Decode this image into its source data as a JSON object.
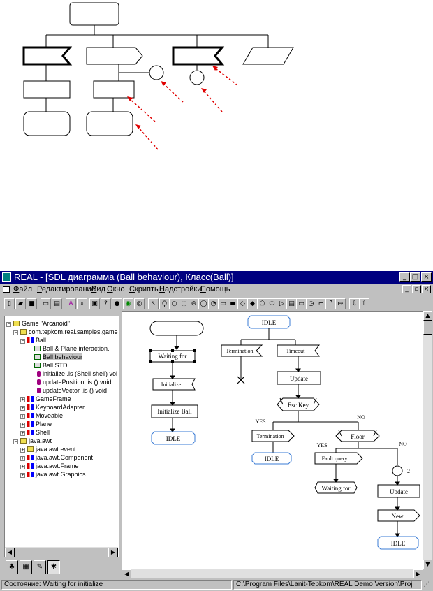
{
  "window": {
    "title": "REAL - [SDL диаграмма (Ball behaviour), Класс(Ball)]",
    "controls": [
      "_",
      "□",
      "×"
    ],
    "child_controls": [
      "_",
      "▫",
      "×"
    ]
  },
  "menu": [
    "Файл",
    "Редактирование",
    "Вид",
    "Окно",
    "Скрипты",
    "Надстройки",
    "Помощь"
  ],
  "tree": {
    "items": [
      {
        "label": "Game \"Arcanoid\"",
        "icon": "folder-icon"
      },
      {
        "label": "com.tepkom.real.samples.game",
        "icon": "folder-icon"
      },
      {
        "label": "Ball",
        "icon": "class-icon"
      },
      {
        "label": "Ball & Plane interaction.",
        "icon": "diagram-icon"
      },
      {
        "label": "Ball behaviour",
        "icon": "diagram-icon"
      },
      {
        "label": "Ball STD",
        "icon": "diagram-icon"
      },
      {
        "label": "initialize .is (Shell shell) voi",
        "icon": "method-icon"
      },
      {
        "label": "updatePosition .is () void",
        "icon": "method-icon"
      },
      {
        "label": "updateVector .is () void",
        "icon": "method-icon"
      },
      {
        "label": "GameFrame",
        "icon": "class-icon"
      },
      {
        "label": "KeyboardAdapter",
        "icon": "class-icon"
      },
      {
        "label": "Moveable",
        "icon": "class-icon"
      },
      {
        "label": "Plane",
        "icon": "class-icon"
      },
      {
        "label": "Shell",
        "icon": "class-icon"
      },
      {
        "label": "java.awt",
        "icon": "folder-icon"
      },
      {
        "label": "java.awt.event",
        "icon": "folder-icon"
      },
      {
        "label": "java.awt.Component",
        "icon": "class-icon"
      },
      {
        "label": "java.awt.Frame",
        "icon": "class-icon"
      },
      {
        "label": "java.awt.Graphics",
        "icon": "class-icon"
      }
    ],
    "selected": "Ball behaviour"
  },
  "diagram": {
    "left": {
      "task1": "Waiting for",
      "task2": "Initialize",
      "task3": "Initialize Ball",
      "state": "IDLE"
    },
    "right": {
      "state_top": "IDLE",
      "input1": "Termination",
      "input2": "Timeout",
      "task_update1": "Update",
      "decision1": "Esc Key",
      "yes1": "YES",
      "no1": "NO",
      "output_term": "Termination",
      "decision2": "Floor",
      "state_idle2": "IDLE",
      "yes2": "YES",
      "no2": "NO",
      "fault": "Fault query",
      "connector_label": "2",
      "waiting": "Waiting for",
      "task_update2": "Update",
      "output_new": "New",
      "state_idle3": "IDLE"
    }
  },
  "status": {
    "state": "Состояние: Waiting for initialize",
    "path": "C:\\Program Files\\Lanit-Tepkom\\REAL Demo Version\\Proj"
  },
  "colors": {
    "titlebar": "#000080",
    "state_border": "#3a7bd5",
    "face": "#c0c0c0"
  }
}
